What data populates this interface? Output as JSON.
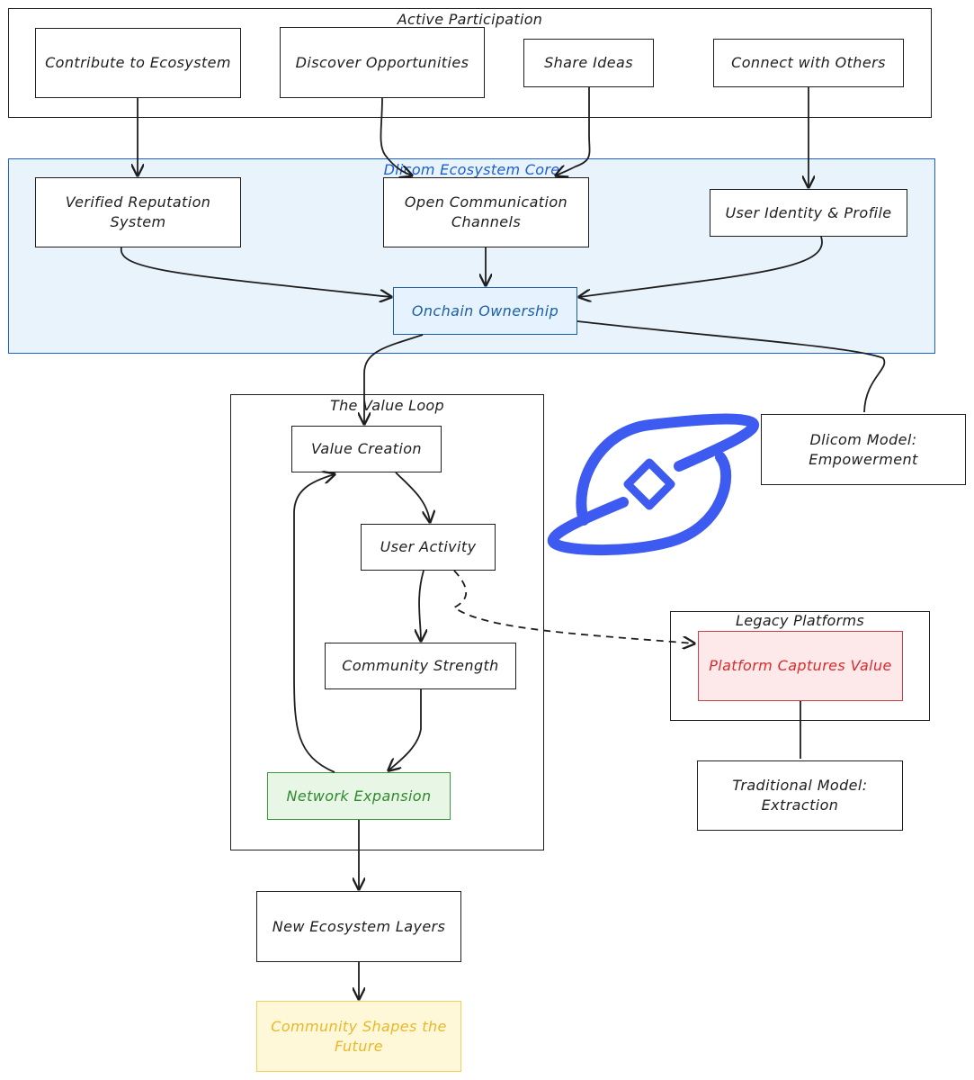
{
  "frames": {
    "active": {
      "title": "Active Participation"
    },
    "core": {
      "title": "Dlicom Ecosystem Core",
      "accent": "#1a5fd6",
      "fill": "#e9f3fc"
    },
    "loop": {
      "title": "The Value Loop"
    },
    "legacy": {
      "title": "Legacy Platforms"
    }
  },
  "nodes": {
    "contribute": "Contribute to Ecosystem",
    "discover": "Discover Opportunities",
    "share": "Share Ideas",
    "connect": "Connect with Others",
    "reputation": "Verified Reputation\nSystem",
    "communication": "Open Communication\nChannels",
    "identity": "User Identity & Profile",
    "onchain": "Onchain Ownership",
    "dlicom_model": "Dlicom Model:\nEmpowerment",
    "value_creation": "Value Creation",
    "user_activity": "User Activity",
    "community_strength": "Community Strength",
    "network_expansion": "Network Expansion",
    "platform_captures": "Platform Captures Value",
    "traditional_model": "Traditional Model:\nExtraction",
    "new_layers": "New Ecosystem Layers",
    "community_shapes": "Community Shapes the\nFuture"
  },
  "colors": {
    "stroke": "#1e1e1e",
    "onchain_text": "#1a5fa8",
    "onchain_fill": "#e6f3ff",
    "onchain_border": "#1a5fa8",
    "network_text": "#2f8a2f",
    "network_fill": "#e8f6e6",
    "network_border": "#3a9a3a",
    "platform_text": "#d92b2b",
    "platform_fill": "#fde8ea",
    "platform_border": "#c9404a",
    "future_text": "#e8b72a",
    "future_fill": "#fff8d8",
    "future_border": "#f2cf58",
    "logo": "#3d5af1"
  },
  "logo": {
    "icon": "dlicom-logo-icon"
  }
}
